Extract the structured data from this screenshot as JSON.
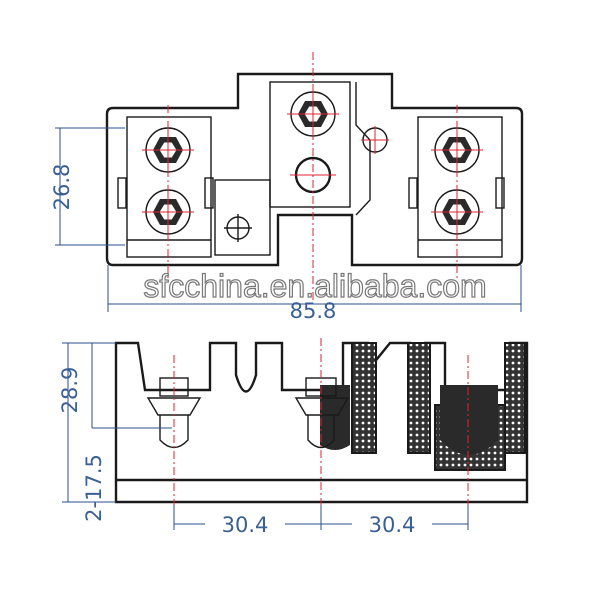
{
  "drawing": {
    "title": "Terminal block technical drawing",
    "watermark": "sfcchina.en.alibaba.com",
    "top_view": {
      "dim_height": "26.8",
      "dim_width": "85.8"
    },
    "front_view": {
      "dim_height": "28.9",
      "dim_hole": "2-17.5",
      "dim_pitch_left": "30.4",
      "dim_pitch_right": "30.4"
    },
    "colors": {
      "outline": "#1a1a1a",
      "centerline": "#e02030",
      "dimension": "#2b4f8f"
    }
  }
}
